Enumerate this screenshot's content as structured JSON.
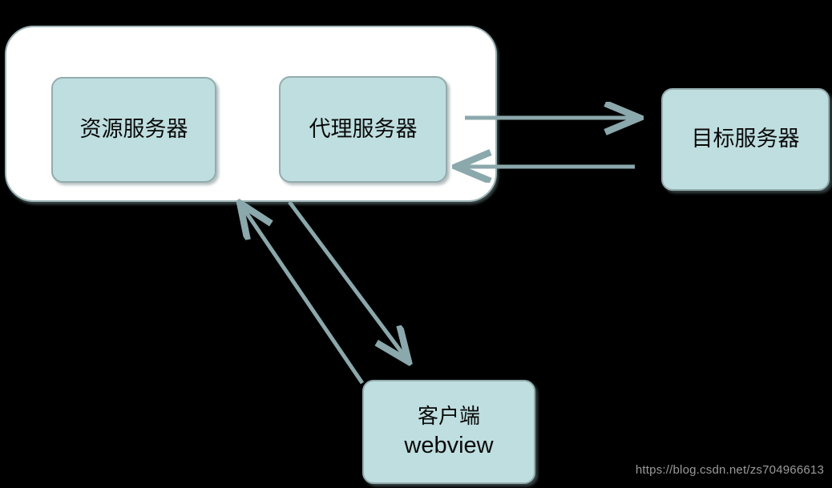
{
  "diagram": {
    "background_color": "#000000",
    "accent_color": "#8ba8ac",
    "node_fill_color": "#bfdee0",
    "node_border_color": "#93acae",
    "container_fill_color": "#ffffff",
    "nodes": {
      "resource_server": {
        "label": "资源服务器"
      },
      "proxy_server": {
        "label": "代理服务器"
      },
      "target_server": {
        "label": "目标服务器"
      },
      "client_webview": {
        "line1": "客户端",
        "line2": "webview"
      }
    },
    "arrows": [
      {
        "name": "proxy-to-target",
        "direction": "right"
      },
      {
        "name": "target-to-proxy",
        "direction": "left"
      },
      {
        "name": "client-to-container",
        "direction": "up-left"
      },
      {
        "name": "container-to-client",
        "direction": "down-right"
      }
    ]
  },
  "watermark": {
    "text": "https://blog.csdn.net/zs704966613"
  }
}
